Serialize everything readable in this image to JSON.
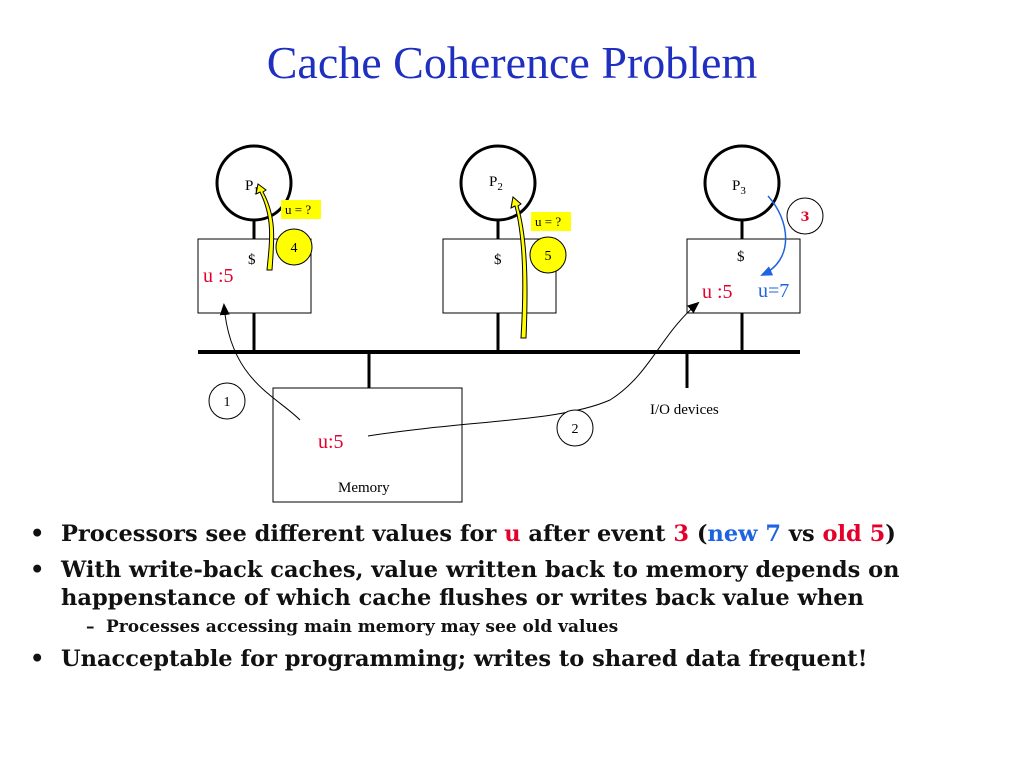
{
  "title": "Cache Coherence Problem",
  "diagram": {
    "processors": [
      {
        "label": "P",
        "sub": "1",
        "cache_symbol": "$",
        "cache_value": "u :5",
        "query": "u = ?",
        "event": "4"
      },
      {
        "label": "P",
        "sub": "2",
        "cache_symbol": "$",
        "query": "u = ?",
        "event": "5"
      },
      {
        "label": "P",
        "sub": "3",
        "cache_symbol": "$",
        "cache_value": "u :5",
        "write_value": "u=7",
        "event": "3"
      }
    ],
    "memory": {
      "label": "Memory",
      "value": "u:5"
    },
    "io_label": "I/O devices",
    "events": {
      "e1": "1",
      "e2": "2"
    }
  },
  "bullets": {
    "b1": {
      "p1": "Processors see different values for ",
      "u": "u",
      "p2": " after event ",
      "ev": "3",
      "p3": " (",
      "new": "new 7",
      "vs": " vs ",
      "old": "old 5",
      "p4": ")"
    },
    "b2": "With write-back caches, value written back to memory depends on happenstance of which cache flushes or writes back value when",
    "b2_sub": "Processes accessing main memory may see old values",
    "b3": "Unacceptable for programming;  writes to shared data frequent!"
  },
  "colors": {
    "title": "#1f2fbf",
    "highlight_red": "#e4002b",
    "highlight_blue": "#1f63e0",
    "callout_yellow": "#ffff00"
  }
}
